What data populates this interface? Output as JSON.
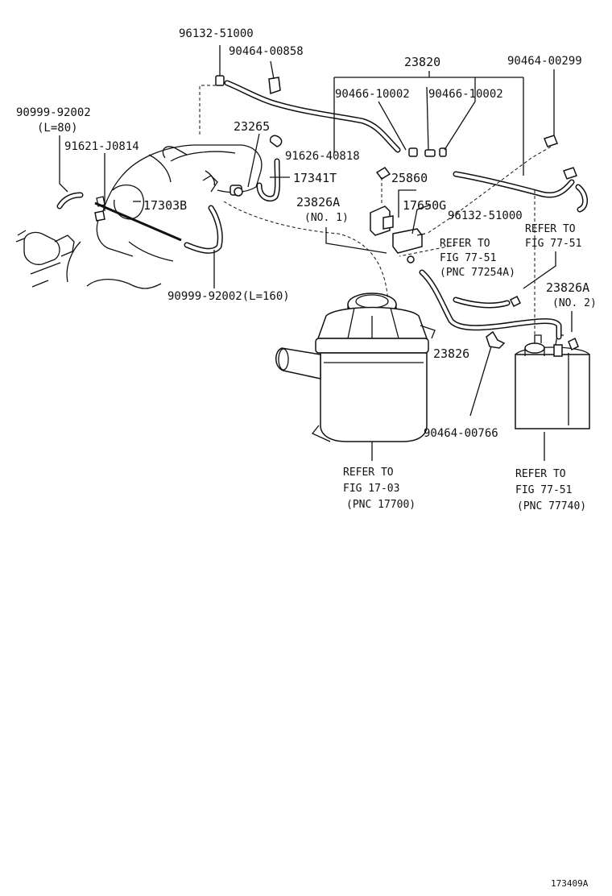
{
  "labels": {
    "p96132_top": "96132-51000",
    "p90464_00858": "90464-00858",
    "p23820": "23820",
    "p90464_00299": "90464-00299",
    "p90999_80": "90999-92002",
    "p90999_80_len": "(L=80)",
    "p90466_a": "90466-10002",
    "p90466_b": "90466-10002",
    "p91621": "91621-J0814",
    "p23265": "23265",
    "p91626": "91626-40818",
    "p17341t": "17341T",
    "p25860": "25860",
    "p17303b": "17303B",
    "p23826a_1": "23826A",
    "p23826a_1_no": "(NO. 1)",
    "p17650g": "17650G",
    "p96132_right": "96132-51000",
    "refer_77_51_a_1": "REFER TO",
    "refer_77_51_a_2": "FIG 77-51",
    "refer_77_51_b_1": "REFER TO",
    "refer_77_51_b_2": "FIG 77-51",
    "refer_77_51_b_3": "(PNC 77254A)",
    "p90999_160": "90999-92002(L=160)",
    "p23826a_2": "23826A",
    "p23826a_2_no": "(NO. 2)",
    "p23826": "23826",
    "p90464_00766": "90464-00766",
    "refer_17_03_1": "REFER TO",
    "refer_17_03_2": "FIG 17-03",
    "refer_17_03_3": "(PNC 17700)",
    "refer_77_51_c_1": "REFER TO",
    "refer_77_51_c_2": "FIG 77-51",
    "refer_77_51_c_3": "(PNC 77740)",
    "figure_id": "173409A"
  }
}
